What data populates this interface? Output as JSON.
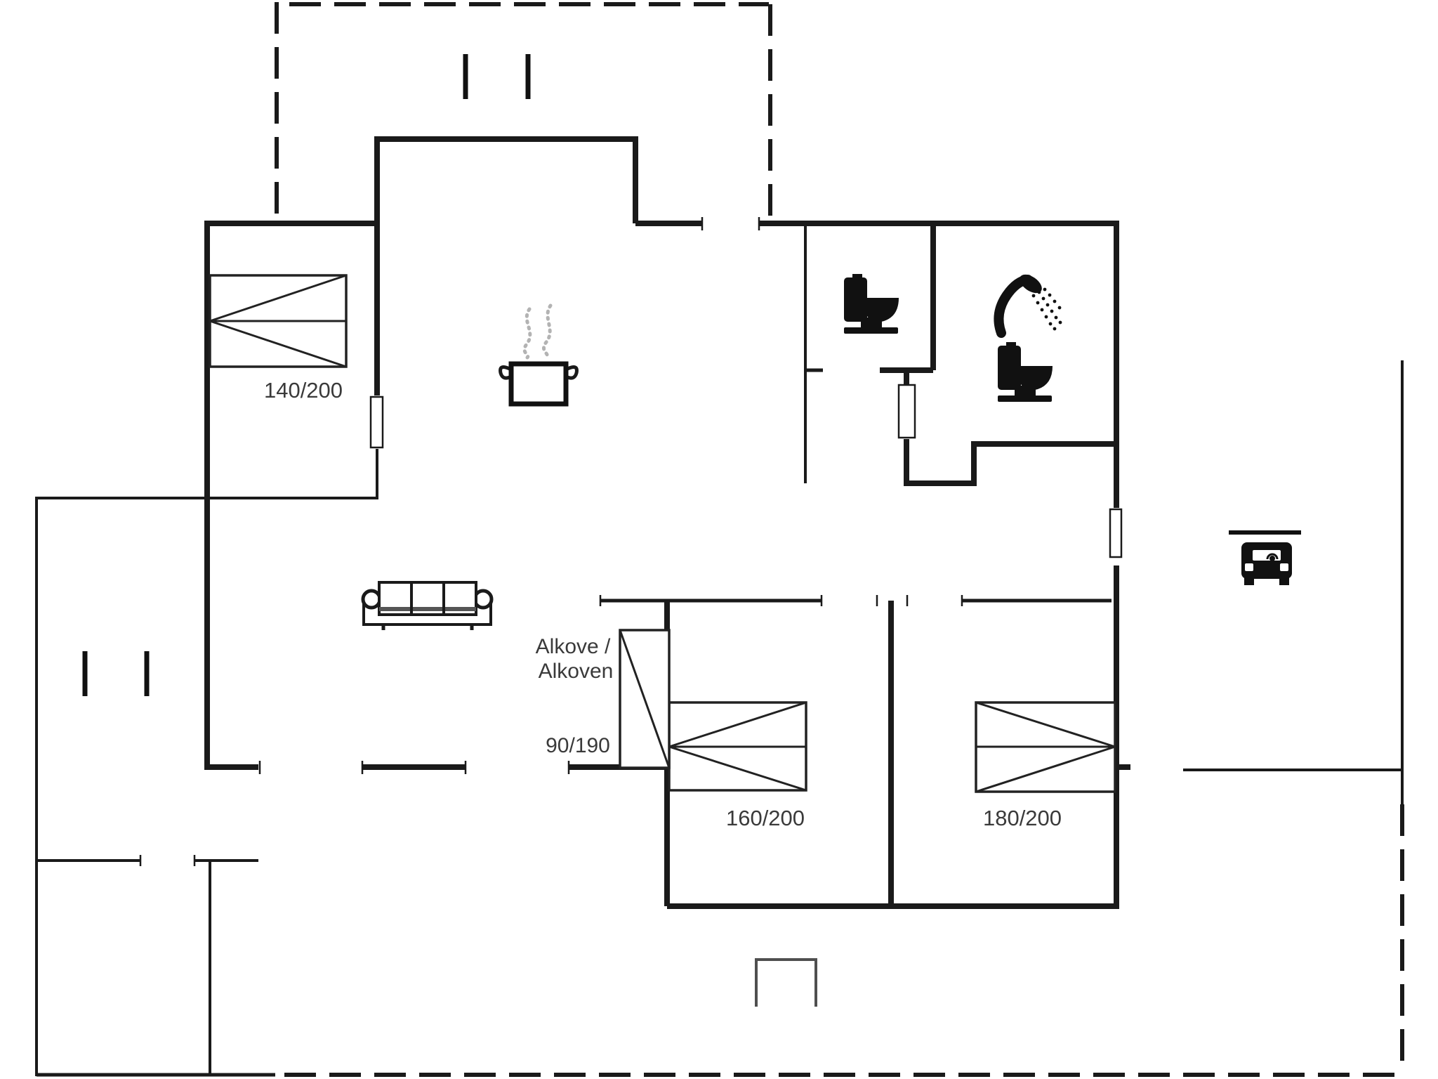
{
  "figure": {
    "type": "floor-plan",
    "background": "#ffffff"
  },
  "colors": {
    "wall": "#1a1a1a",
    "label_text": "#3a3a3a",
    "steam_gray": "#b3b3b3",
    "entrance_gray": "#4f4f4f",
    "background": "#ffffff"
  },
  "beds": {
    "double_140": "140/200",
    "double_160": "160/200",
    "double_180": "180/200",
    "alcove_size": "90/190"
  },
  "alcove": {
    "line1": "Alkove /",
    "line2": "Alkoven"
  },
  "icons": {
    "wc_toilet": "toilet-icon",
    "bath_toilet": "toilet-icon",
    "bath_shower": "shower-icon",
    "kitchen_pot": "cooking-pot-icon",
    "kitchen_steam": "steam-icon",
    "living_sofa": "sofa-icon",
    "carport_car": "car-icon",
    "entrance_step": "entrance-step"
  }
}
